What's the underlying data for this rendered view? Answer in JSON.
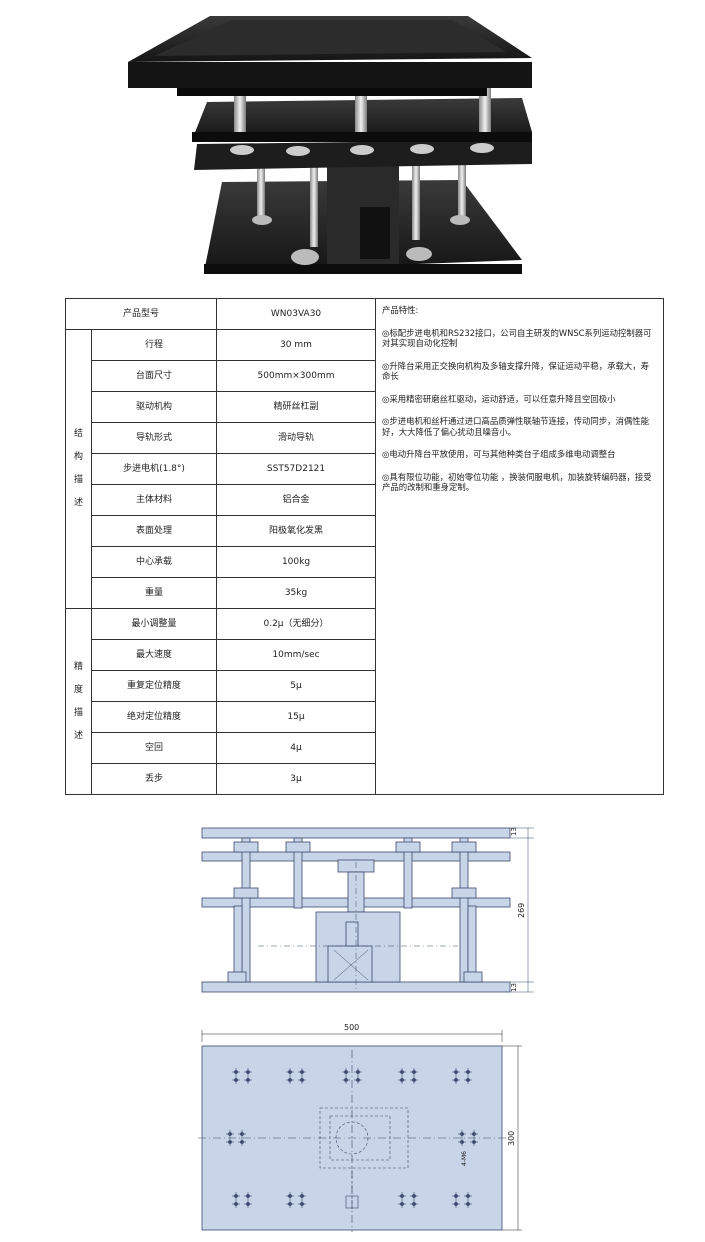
{
  "table": {
    "header_label": "产品型号",
    "model": "WN03VA30",
    "features_title": "产品特性:",
    "features": [
      "◎标配步进电机和RS232接口，公司自主研发的WNSC系列运动控制器可对其实现自动化控制",
      "◎升降台采用正交换向机构及多轴支撑升降，保证运动平稳，承载大，寿命长",
      "◎采用精密研磨丝杠驱动，运动舒适，可以任意升降且空回极小",
      "◎步进电机和丝杆通过进口高品质弹性联轴节连接，传动同步，消偶性能好，大大降低了偏心扰动且噪音小。",
      "◎电动升降台平放使用，可与其他种类台子组成多维电动调整台",
      "◎具有限位功能，初始零位功能 ，换装伺服电机，加装旋转编码器，接受产品的改制和重身定制。"
    ],
    "groups": [
      {
        "name": [
          "结",
          "构",
          "描",
          "述"
        ],
        "rows": [
          {
            "label": "行程",
            "value": "30 mm"
          },
          {
            "label": "台面尺寸",
            "value": "500mm×300mm"
          },
          {
            "label": "驱动机构",
            "value": "精研丝杠副"
          },
          {
            "label": "导轨形式",
            "value": "滑动导轨"
          },
          {
            "label": "步进电机(1.8°)",
            "value": "SST57D2121"
          },
          {
            "label": "主体材料",
            "value": "铝合金"
          },
          {
            "label": "表面处理",
            "value": "阳极氧化发黑"
          },
          {
            "label": "中心承载",
            "value": "100kg"
          },
          {
            "label": "重量",
            "value": "35kg"
          }
        ]
      },
      {
        "name": [
          "精",
          "度",
          "描",
          "述"
        ],
        "rows": [
          {
            "label": "最小调整量",
            "value": "0.2μ（无细分）"
          },
          {
            "label": "最大速度",
            "value": "10mm/sec"
          },
          {
            "label": "重复定位精度",
            "value": "5μ"
          },
          {
            "label": "绝对定位精度",
            "value": "15μ"
          },
          {
            "label": "空回",
            "value": "4μ"
          },
          {
            "label": "丢步",
            "value": "3μ"
          }
        ]
      }
    ]
  },
  "front_drawing": {
    "dim_top": "13",
    "dim_height": "269",
    "dim_bottom": "13"
  },
  "top_drawing": {
    "dim_width": "500",
    "dim_depth": "300",
    "note": "4-M6"
  },
  "colors": {
    "drawing_fill": "#c8d4e8",
    "drawing_line": "#3a4a6a",
    "table_border": "#333333",
    "photo_dark": "#1c1c1c"
  }
}
